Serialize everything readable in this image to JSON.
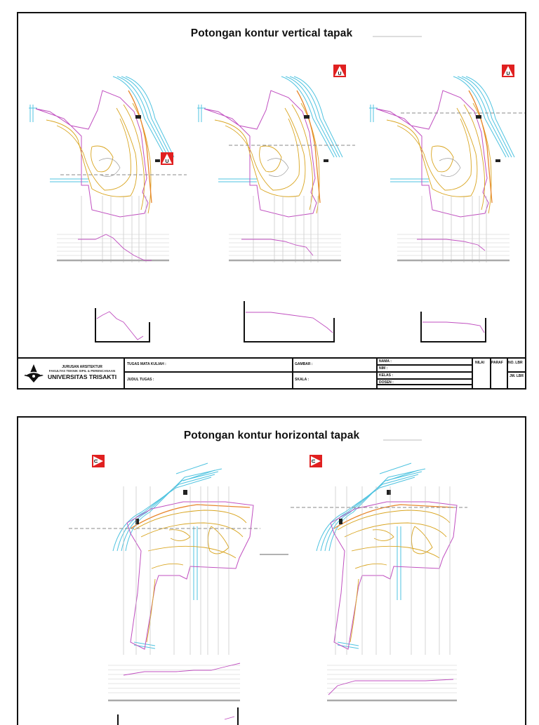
{
  "sheet1": {
    "title": "Potongan kontur vertical tapak",
    "north_marker": "U",
    "title_block": {
      "dept": "JURUSAN ARSITEKTUR",
      "faculty": "FAKULTAS TEKNIK SIPIL & PERENCANAAN",
      "university": "UNIVERSITAS TRISAKTI",
      "course_label": "TUGAS MATA KULIAH :",
      "assignment_label": "JUDUL TUGAS :",
      "drawing_label": "GAMBAR :",
      "scale_label": "SKALA :",
      "name_label": "NAMA :",
      "nim_label": "NIM :",
      "class_label": "KELAS :",
      "lecturer_label": "DOSEN :",
      "grade_label": "NILAI",
      "sign_label": "PARAF",
      "sheet_no_label": "NO. LBR",
      "sheet_count_label": "JM. LBR"
    }
  },
  "sheet2": {
    "title": "Potongan kontur horizontal tapak",
    "north_marker": "U"
  },
  "colors": {
    "boundary": "#c04fc0",
    "contour": "#d9a520",
    "road": "#4fc3e0",
    "orange": "#e8862a",
    "dashed": "#888888",
    "ink": "#111111"
  },
  "icons": [
    "north-arrow-icon",
    "university-logo-icon"
  ]
}
